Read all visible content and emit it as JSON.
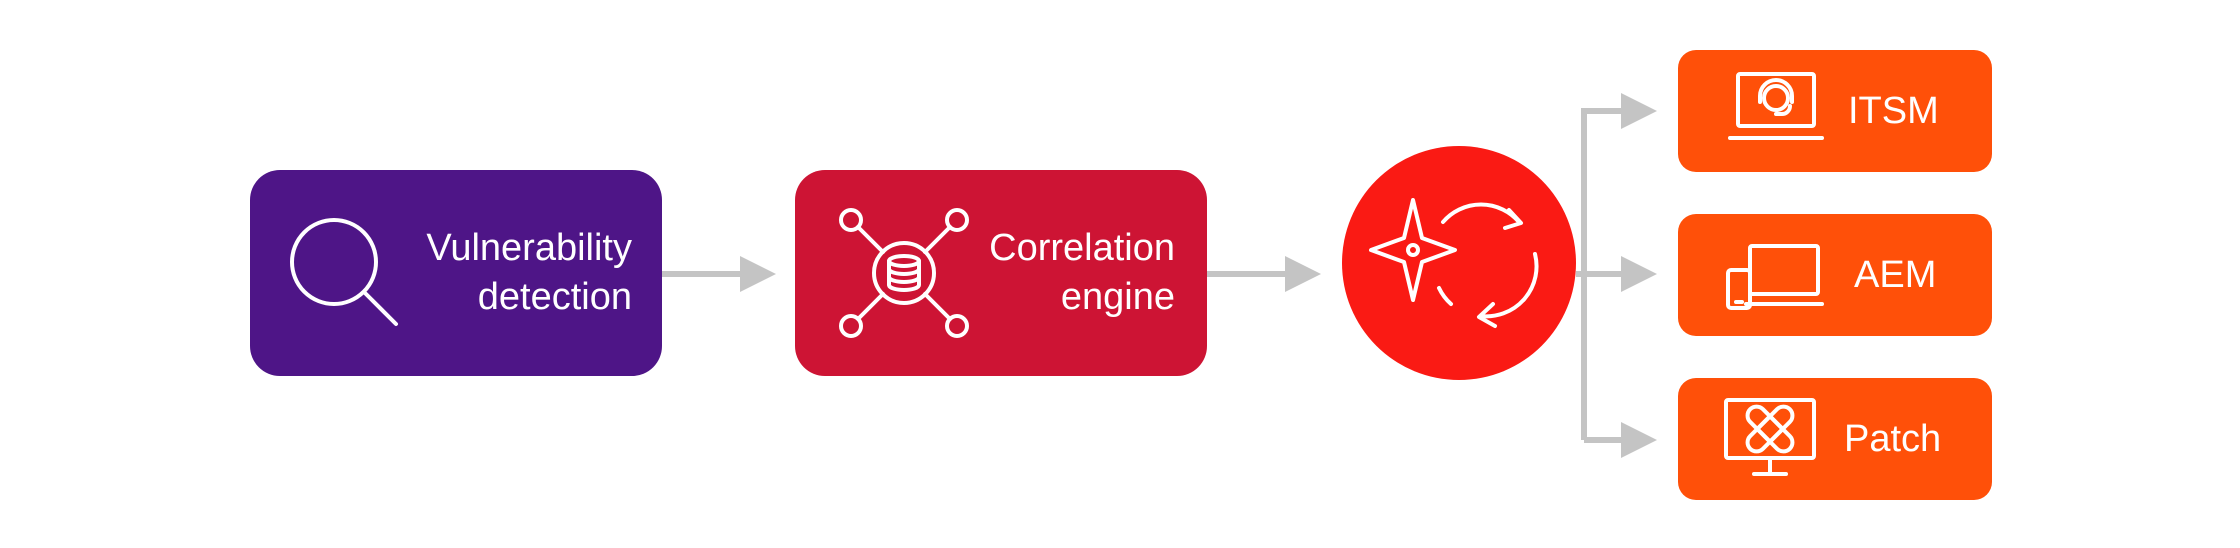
{
  "colors": {
    "background": "#ffffff",
    "vulnerability_detection": "#4e1587",
    "correlation_engine": "#cd1434",
    "automation": "#fa1a14",
    "output": "#ff5009",
    "connector": "#c4c4c4",
    "icon_stroke": "#ffffff"
  },
  "nodes": {
    "vulnerability_detection": {
      "line1": "Vulnerability",
      "line2": "detection",
      "icon": "magnifier-icon"
    },
    "correlation_engine": {
      "line1": "Correlation",
      "line2": "engine",
      "icon": "database-hub-icon"
    },
    "automation": {
      "icon": "sparkle-cycle-icon"
    },
    "outputs": [
      {
        "label": "ITSM",
        "icon": "support-laptop-icon"
      },
      {
        "label": "AEM",
        "icon": "devices-icon"
      },
      {
        "label": "Patch",
        "icon": "patch-monitor-icon"
      }
    ]
  }
}
